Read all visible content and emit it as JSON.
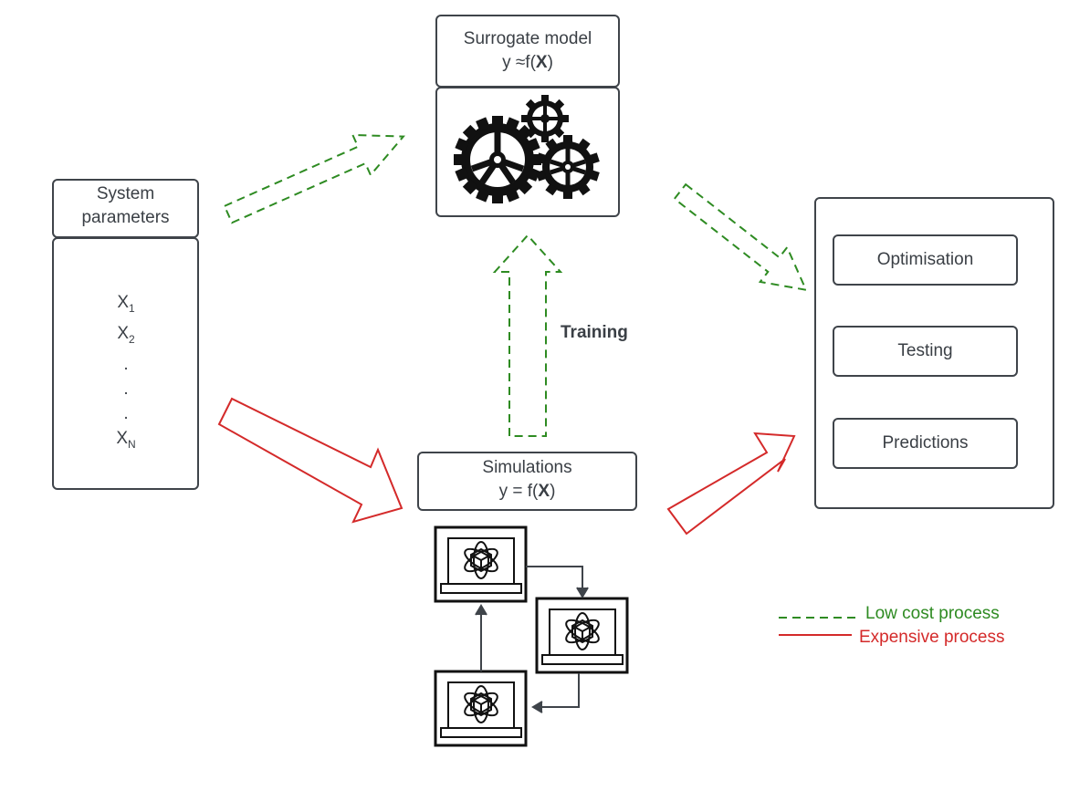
{
  "system_params": {
    "title_line1": "System",
    "title_line2": "parameters",
    "x1": "X",
    "x1_sub": "1",
    "x2": "X",
    "x2_sub": "2",
    "dot": ".",
    "xn": "X",
    "xn_sub": "N"
  },
  "surrogate": {
    "title": "Surrogate model",
    "formula_pre": "y ≈f(",
    "formula_bold": "X",
    "formula_post": ")"
  },
  "simulations": {
    "title": "Simulations",
    "formula_pre": "y = f(",
    "formula_bold": "X",
    "formula_post": ")"
  },
  "training_label": "Training",
  "outputs": [
    "Optimisation",
    "Testing",
    "Predictions"
  ],
  "legend": {
    "low_cost": "Low cost process",
    "expensive": "Expensive process"
  },
  "colors": {
    "low_cost": "#2e8b22",
    "expensive": "#d42a2a",
    "box_border": "#3f444a"
  },
  "icons": [
    "gears-icon",
    "laptop-cube-icon",
    "laptop-cube-icon",
    "laptop-cube-icon"
  ]
}
